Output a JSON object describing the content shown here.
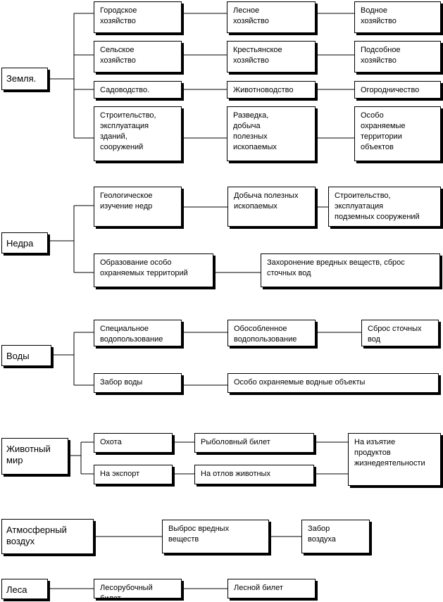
{
  "categories": {
    "land": "Земля.",
    "subsoil": "Недра",
    "water": "Воды",
    "animals": "Животный\nмир",
    "air": "Атмосферный\nвоздух",
    "forest": "Леса"
  },
  "land": {
    "urban": "Городское\nхозяйство",
    "forestry": "Лесное\nхозяйство",
    "water_econ": "Водное\nхозяйство",
    "agriculture": "Сельское\nхозяйство",
    "peasant": "Крестьянское\nхозяйство",
    "subsidiary": "Подсобное\nхозяйство",
    "gardening": "Садоводство.",
    "livestock": "Животноводство",
    "vegetable": "Огородничество",
    "construction": "Строительство,\nэксплуатация\nзданий,\nсооружений",
    "mining": "Разведка,\nдобыча\nполезных\nископаемых",
    "protected": "Особо\nохраняемые\nтерритории\nобъектов"
  },
  "subsoil": {
    "geology": "Геологическое\nизучение недр",
    "extraction": "Добыча полезных\nископаемых",
    "underground": "Строительство,\nэксплуатация\nподземных сооружений",
    "protected_formation": "Образование особо\nохраняемых территорий",
    "burial": "Захоронение вредных веществ, сброс\nсточных вод"
  },
  "water": {
    "special_use": "Специальное\nводопользование",
    "separate_use": "Обособленное\nводопользование",
    "discharge": "Сброс сточных\nвод",
    "intake": "Забор воды",
    "protected_objects": "Особо охраняемые водные объекты"
  },
  "animals": {
    "hunting": "Охота",
    "fishing_ticket": "Рыболовный билет",
    "export": "На экспорт",
    "capture": "На отлов животных",
    "withdrawal": "На изъятие\nпродуктов\nжизнедеятельности"
  },
  "air": {
    "emission": "Выброс вредных\nвеществ",
    "intake": "Забор\nвоздуха"
  },
  "forest": {
    "logging_ticket": "Лесорубочный билет",
    "forest_ticket": "Лесной билет"
  }
}
